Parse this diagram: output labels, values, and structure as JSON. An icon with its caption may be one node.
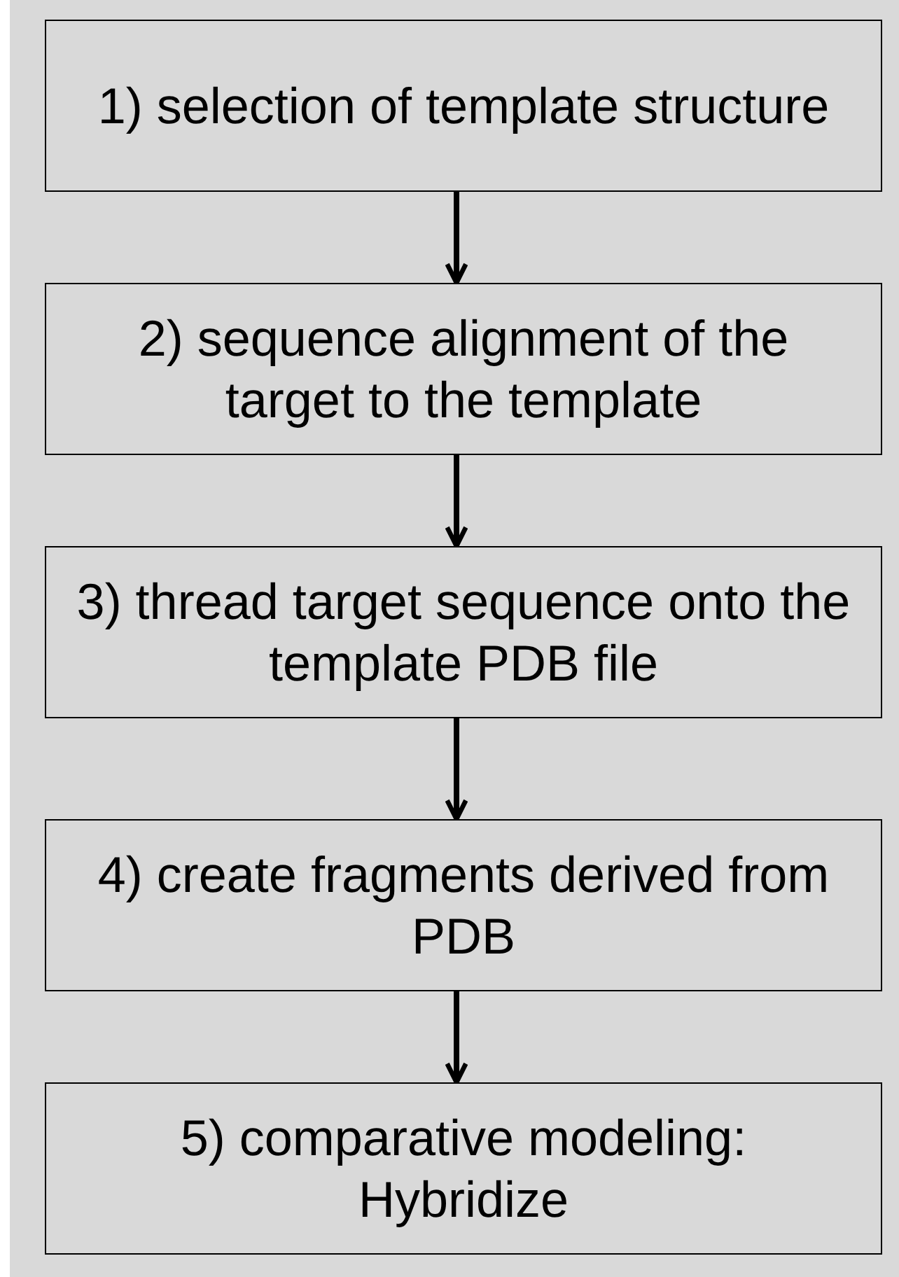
{
  "diagram": {
    "nodes": [
      {
        "text": [
          "1) selection of template structure"
        ]
      },
      {
        "text": [
          "2) sequence alignment of the target to the template"
        ]
      },
      {
        "text": [
          "3) thread target sequence onto the template PDB file"
        ]
      },
      {
        "text": [
          "4) create fragments derived from PDB"
        ]
      },
      {
        "text": [
          "5) comparative modeling: Hybridize"
        ]
      }
    ],
    "edges": [
      {
        "from": 0,
        "to": 1,
        "arrow": "to"
      },
      {
        "from": 1,
        "to": 2,
        "arrow": "to"
      },
      {
        "from": 2,
        "to": 3,
        "arrow": "to"
      },
      {
        "from": 3,
        "to": 4,
        "arrow": "to"
      }
    ]
  }
}
